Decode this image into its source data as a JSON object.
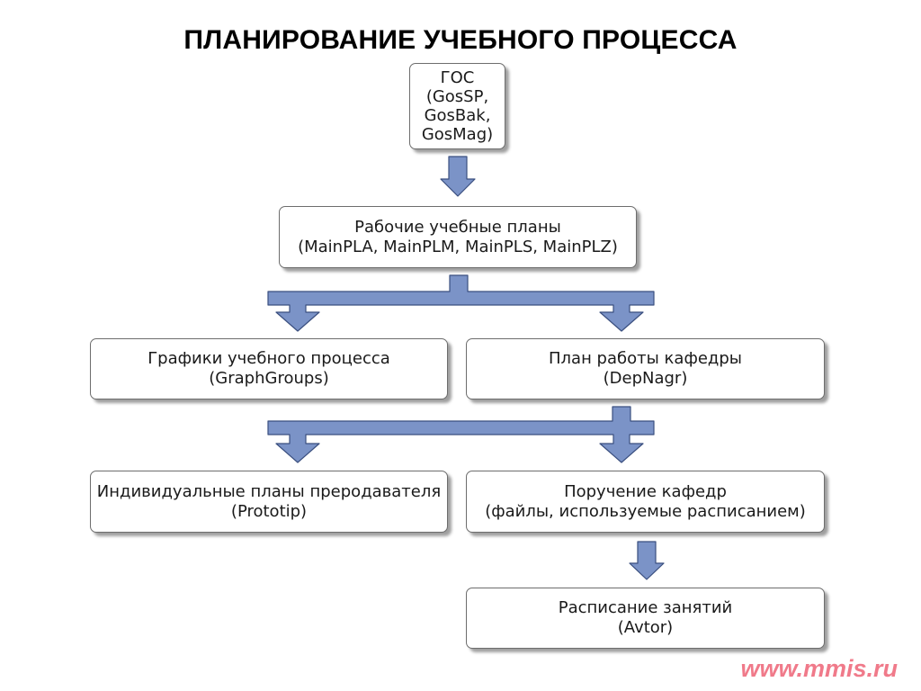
{
  "title": "ПЛАНИРОВАНИЕ УЧЕБНОГО ПРОЦЕССА",
  "colors": {
    "arrow_fill": "#7b93c7",
    "arrow_stroke": "#3a4f7f",
    "box_border": "#6d6d6d",
    "watermark": "#f07a8a"
  },
  "nodes": {
    "gos": {
      "line1": "ГОС",
      "line2": "(GosSP,",
      "line3": "GosBak,",
      "line4": "GosMag)"
    },
    "work_plans": {
      "line1": "Рабочие учебные планы",
      "line2": "(MainPLA, MainPLM, MainPLS, MainPLZ)"
    },
    "schedules": {
      "line1": "Графики учебного процесса",
      "line2": "(GraphGroups)"
    },
    "dept_plan": {
      "line1": "План работы кафедры",
      "line2": "(DepNagr)"
    },
    "teacher_plans": {
      "line1": "Индивидуальные планы преродавателя",
      "line2": "(Prototip)"
    },
    "dept_assignment": {
      "line1": "Поручение кафедр",
      "line2": "(файлы, используемые расписанием)"
    },
    "timetable": {
      "line1": "Расписание занятий",
      "line2": "(Avtor)"
    }
  },
  "watermark": "www.mmis.ru"
}
